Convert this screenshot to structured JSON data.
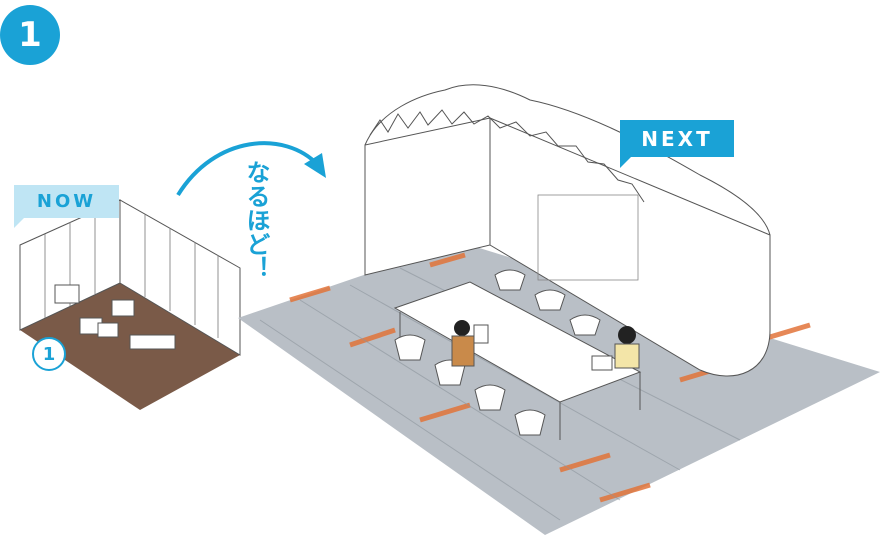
{
  "step_number": "1",
  "now_label": "NOW",
  "next_label": "NEXT",
  "mini_step_number": "1",
  "caption_vertical": "なるほど！",
  "colors": {
    "accent": "#1aa2d6",
    "accent_light": "#bfe5f4",
    "floor_brown": "#7a5a48",
    "carpet_gray": "#b9bfc6",
    "carpet_orange": "#e2743a"
  }
}
